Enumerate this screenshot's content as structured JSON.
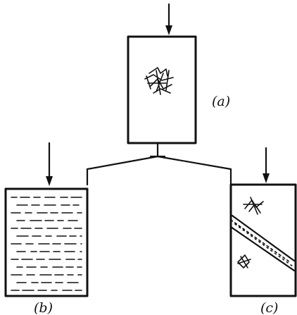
{
  "labels": {
    "a": "(a)",
    "b": "(b)",
    "c": "(c)"
  },
  "colors": {
    "ink": "#111111",
    "background": "#ffffff"
  }
}
